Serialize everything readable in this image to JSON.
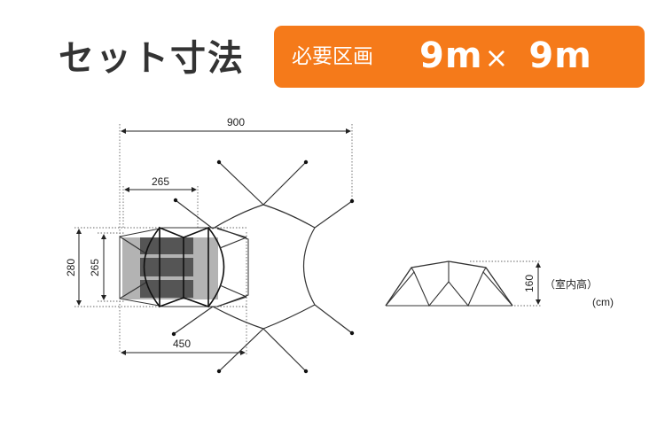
{
  "header": {
    "title": "セット寸法",
    "badge": {
      "label": "必要区画",
      "width": "9m",
      "times": "×",
      "depth": "9m",
      "color": "#f57a1a"
    }
  },
  "plan_view": {
    "dimensions": {
      "total_width": "900",
      "inner_width": "265",
      "outer_height": "280",
      "inner_height": "265",
      "tent_length": "450"
    }
  },
  "side_view": {
    "height_value": "160",
    "height_note": "（室内高）",
    "unit": "(cm)"
  }
}
